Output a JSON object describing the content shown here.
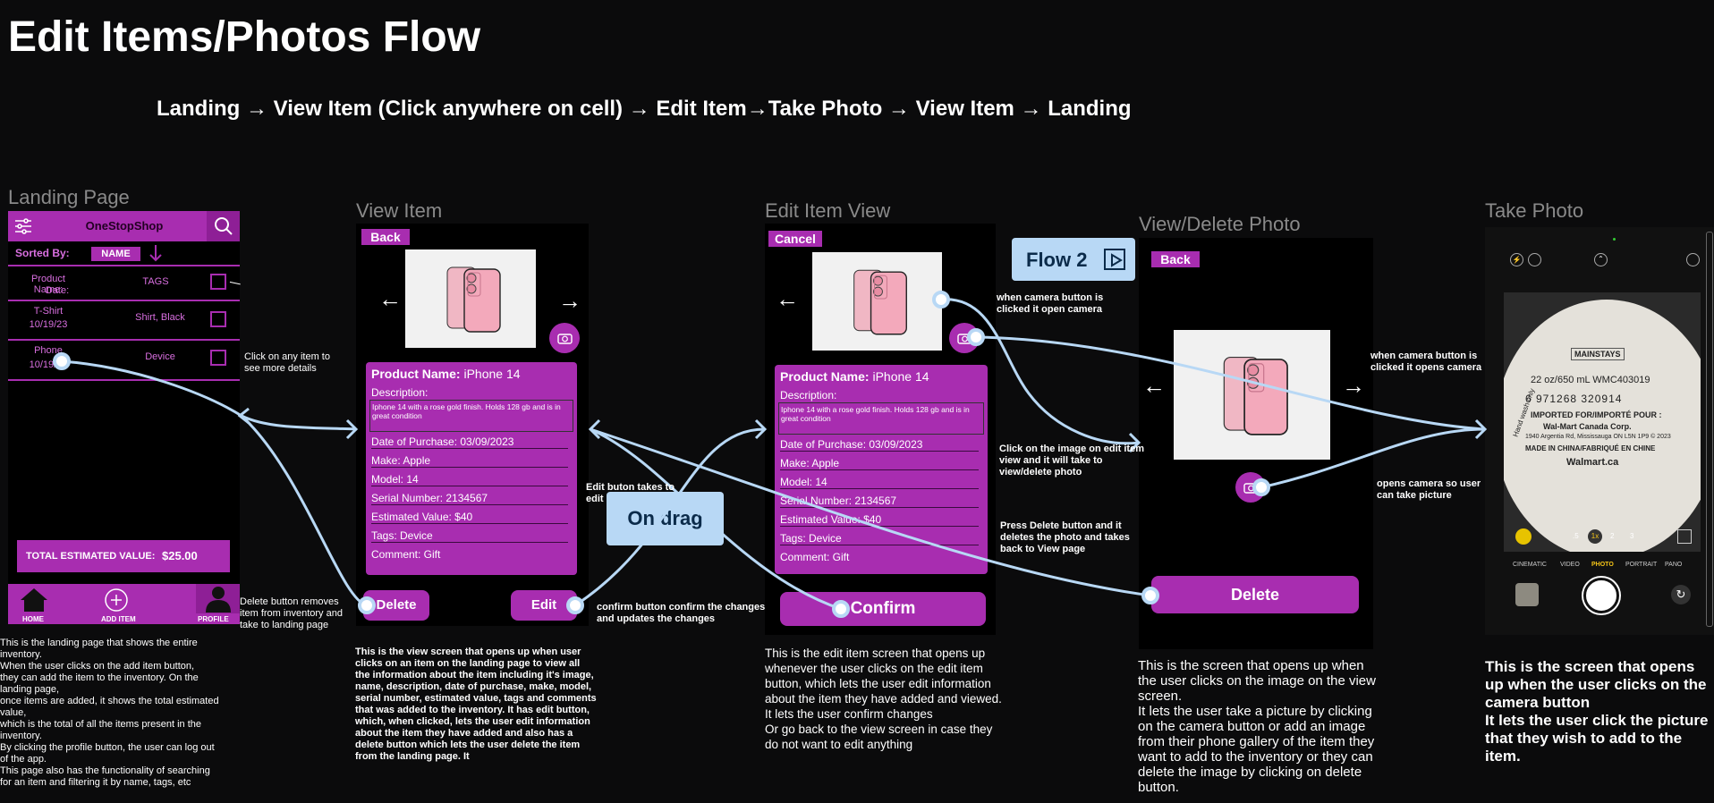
{
  "title": "Edit Items/Photos Flow",
  "flow_line": "Landing → View Item (Click anywhere on cell) → Edit Item→Take Photo → View Item → Landing",
  "frames": {
    "landing": "Landing Page",
    "view": "View Item",
    "edit": "Edit Item View",
    "photo": "View/Delete Photo",
    "take": "Take Photo"
  },
  "landing": {
    "app_name": "OneStopShop",
    "sorted_by": "Sorted By:",
    "sort_value": "NAME",
    "header_col1": "Product Name:",
    "header_col1b": "Date:",
    "header_col2": "TAGS",
    "rows": [
      {
        "name": "T-Shirt",
        "date": "10/19/23",
        "tags": "Shirt, Black"
      },
      {
        "name": "Phone",
        "date": "10/19/23",
        "tags": "Device"
      }
    ],
    "total_label": "TOTAL ESTIMATED VALUE:",
    "total_value": "$25.00",
    "nav_home": "HOME",
    "nav_add": "ADD ITEM",
    "nav_profile": "PROFILE",
    "description": [
      "This is the landing page that shows the entire",
      "inventory.",
      "When the user clicks on the add item button,",
      "they can add the item to the inventory. On the",
      "landing page,",
      "once items are added, it shows the total estimated",
      "value,",
      "which is the total of all the items present in the",
      "inventory.",
      "By clicking the profile button, the user can log out",
      "of the app.",
      "This page also has the functionality of searching",
      "for an item and filtering it by name, tags, etc"
    ]
  },
  "view": {
    "back": "Back",
    "product_label": "Product Name:",
    "product_name": "iPhone 14",
    "description_label": "Description:",
    "description_text": "Iphone 14 with a rose gold finish. Holds 128 gb and is in great condition",
    "fields": [
      "Date of Purchase: 03/09/2023",
      "Make: Apple",
      "Model: 14",
      "Serial Number: 2134567",
      "Estimated Value: $40",
      "Tags: Device",
      "Comment: Gift"
    ],
    "delete": "Delete",
    "edit": "Edit",
    "description": "This is the view screen that opens up when user clicks on an item on the landing page to view all the information about the item including it's image, name, description, date of purchase, make, model, serial number, estimated value, tags and comments that was added to the inventory. It has edit button, which, when clicked, lets the user edit information about the item they have added and also has a delete button which lets the user delete the item from the landing page. It"
  },
  "edit": {
    "cancel": "Cancel",
    "product_label": "Product Name:",
    "product_name": "iPhone 14",
    "description_label": "Description:",
    "description_text": "Iphone 14 with a rose gold finish. Holds 128 gb and is in great condition",
    "fields": [
      "Date of Purchase: 03/09/2023",
      "Make: Apple",
      "Model: 14",
      "Serial Number: 2134567",
      "Estimated Value: $40",
      "Tags: Device",
      "Comment: Gift"
    ],
    "confirm": "Confirm",
    "description": "This is the edit item screen that opens up whenever the user clicks on the edit item button, which lets the user edit information about the item they have added and viewed. It lets the user confirm changes\nOr go back to the view screen in case they do not want to edit anything"
  },
  "photo": {
    "back": "Back",
    "delete": "Delete",
    "description": "This is the screen that opens up when the user clicks on the image on the view screen.\nIt lets the user take a picture by clicking on the camera button or add an image from their phone gallery of the item they want to add to the inventory or they can delete the image by clicking on delete button."
  },
  "take": {
    "modes": [
      "CINEMATIC",
      "VIDEO",
      "PHOTO",
      "PORTRAIT",
      "PANO"
    ],
    "zoom": [
      ".5",
      "1x",
      "2",
      "3"
    ],
    "label_lines": [
      "MAINSTAYS",
      "22 oz/650 mL  WMC403019",
      "6 971268 320914",
      "IMPORTED FOR/IMPORTÉ POUR :",
      "Wal-Mart Canada Corp.",
      "1940 Argentia Rd, Mississauga ON L5N 1P9 © 2023",
      "MADE IN CHINA/FABRIQUÉ EN CHINE",
      "Walmart.ca",
      "Hand wash only"
    ],
    "description": "This is the screen that opens up when the user clicks on the camera button\nIt lets the user click the picture that they wish to add to the item."
  },
  "annotations": {
    "click_item": "Click on any item to see more details",
    "delete_removes": "Delete button removes item from inventory and take to landing page",
    "edit_takes": "Edit buton takes to edit",
    "confirm_button": "confirm button confirm the changes and updates the changes",
    "camera_clicked": "when camera button is clicked it open camera",
    "click_image": "Click  on the image on edit item view and it will take to view/delete photo",
    "press_delete": "Press Delete button and it deletes the photo and takes back to View page",
    "camera_opens": "when camera button is clicked it opens camera",
    "opens_camera": "opens camera so user can take picture"
  },
  "on_drag": "On drag",
  "flow2": "Flow 2",
  "colors": {
    "accent": "#a82db0",
    "wire": "#b8d8f5",
    "background": "#0b0b0c"
  }
}
